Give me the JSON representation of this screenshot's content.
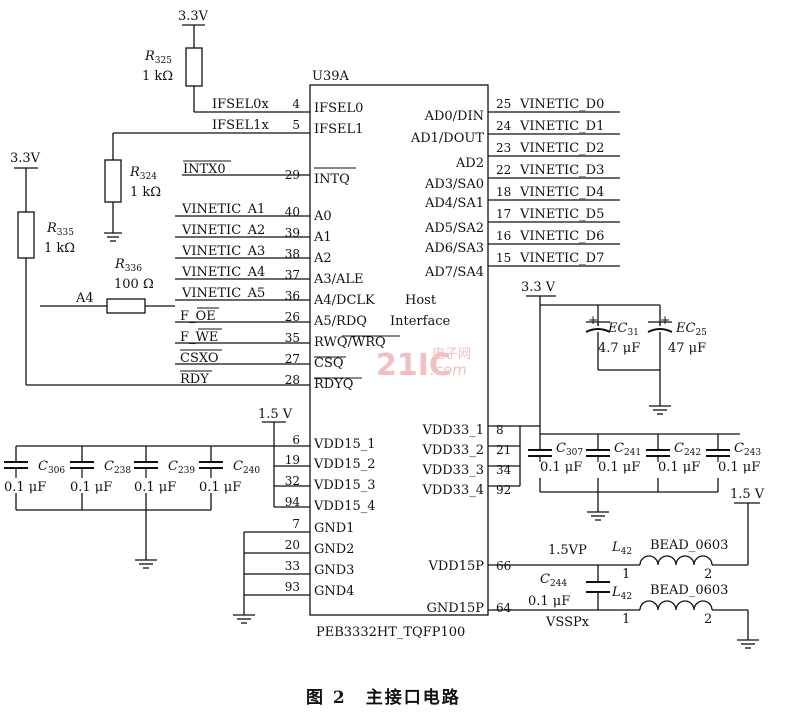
{
  "ic": {
    "ref": "U39A",
    "part": "PEB3332HT_TQFP100",
    "func_line1": "Host",
    "func_line2": "Interface",
    "left_pins": [
      {
        "name": "IFSEL0",
        "num": "4"
      },
      {
        "name": "IFSEL1",
        "num": "5"
      },
      {
        "name": "INTQ",
        "num": "29"
      },
      {
        "name": "A0",
        "num": "40"
      },
      {
        "name": "A1",
        "num": "39"
      },
      {
        "name": "A2",
        "num": "38"
      },
      {
        "name": "A3/ALE",
        "num": "37"
      },
      {
        "name": "A4/DCLK",
        "num": "36"
      },
      {
        "name": "A5/RDQ",
        "num": "26"
      },
      {
        "name": "RWQ/WRQ",
        "num": "35"
      },
      {
        "name": "CSQ",
        "num": "27"
      },
      {
        "name": "RDYQ",
        "num": "28"
      },
      {
        "name": "VDD15_1",
        "num": "6"
      },
      {
        "name": "VDD15_2",
        "num": "19"
      },
      {
        "name": "VDD15_3",
        "num": "32"
      },
      {
        "name": "VDD15_4",
        "num": "94"
      },
      {
        "name": "GND1",
        "num": "7"
      },
      {
        "name": "GND2",
        "num": "20"
      },
      {
        "name": "GND3",
        "num": "33"
      },
      {
        "name": "GND4",
        "num": "93"
      }
    ],
    "right_pins": [
      {
        "name": "AD0/DIN",
        "num": "25",
        "net": "VINETIC_D0"
      },
      {
        "name": "AD1/DOUT",
        "num": "24",
        "net": "VINETIC_D1"
      },
      {
        "name": "AD2",
        "num": "23",
        "net": "VINETIC_D2"
      },
      {
        "name": "AD3/SA0",
        "num": "22",
        "net": "VINETIC_D3"
      },
      {
        "name": "AD4/SA1",
        "num": "18",
        "net": "VINETIC_D4"
      },
      {
        "name": "AD5/SA2",
        "num": "17",
        "net": "VINETIC_D5"
      },
      {
        "name": "AD6/SA3",
        "num": "16",
        "net": "VINETIC_D6"
      },
      {
        "name": "AD7/SA4",
        "num": "15",
        "net": "VINETIC_D7"
      },
      {
        "name": "VDD33_1",
        "num": "8"
      },
      {
        "name": "VDD33_2",
        "num": "21"
      },
      {
        "name": "VDD33_3",
        "num": "34"
      },
      {
        "name": "VDD33_4",
        "num": "92"
      },
      {
        "name": "VDD15P",
        "num": "66"
      },
      {
        "name": "GND15P",
        "num": "64"
      }
    ]
  },
  "nets": {
    "ifsel0x": "IFSEL0x",
    "ifsel1x": "IFSEL1x",
    "intx0": "INTX0",
    "a_bus": [
      "VINETIC_A1",
      "VINETIC_A2",
      "VINETIC_A3",
      "VINETIC_A4",
      "VINETIC_A5"
    ],
    "f_oe_prefix": "F_",
    "f_oe_bar": "OE",
    "f_we_prefix": "F_",
    "f_we_bar": "WE",
    "csxo": "CSXO",
    "rdy": "RDY",
    "a4": "A4",
    "vdd15p_net": "1.5VP",
    "vssp_net": "VSSPx"
  },
  "supplies": {
    "v33": "3.3V",
    "v33_b": "3.3 V",
    "v15": "1.5 V"
  },
  "resistors": [
    {
      "ref_main": "R",
      "ref_sub": "325",
      "value": "1 kΩ"
    },
    {
      "ref_main": "R",
      "ref_sub": "324",
      "value": "1 kΩ"
    },
    {
      "ref_main": "R",
      "ref_sub": "335",
      "value": "1 kΩ"
    },
    {
      "ref_main": "R",
      "ref_sub": "336",
      "value": "100 Ω"
    }
  ],
  "caps_15": [
    {
      "ref_main": "C",
      "ref_sub": "306",
      "value": "0.1 μF"
    },
    {
      "ref_main": "C",
      "ref_sub": "238",
      "value": "0.1 μF"
    },
    {
      "ref_main": "C",
      "ref_sub": "239",
      "value": "0.1 μF"
    },
    {
      "ref_main": "C",
      "ref_sub": "240",
      "value": "0.1 μF"
    }
  ],
  "caps_33": [
    {
      "ref_main": "C",
      "ref_sub": "307",
      "value": "0.1 μF"
    },
    {
      "ref_main": "C",
      "ref_sub": "241",
      "value": "0.1 μF"
    },
    {
      "ref_main": "C",
      "ref_sub": "242",
      "value": "0.1 μF"
    },
    {
      "ref_main": "C",
      "ref_sub": "243",
      "value": "0.1 μF"
    }
  ],
  "electrolytics": [
    {
      "ref_main": "EC",
      "ref_sub": "31",
      "value": "4.7 μF"
    },
    {
      "ref_main": "EC",
      "ref_sub": "25",
      "value": "47 μF"
    }
  ],
  "c244": {
    "ref_main": "C",
    "ref_sub": "244",
    "value": "0.1 μF"
  },
  "beads": [
    {
      "ref_main": "L",
      "ref_sub": "42",
      "type": "BEAD_0603",
      "pin1": "1",
      "pin2": "2"
    },
    {
      "ref_main": "L",
      "ref_sub": "42",
      "type": "BEAD_0603",
      "pin1": "1",
      "pin2": "2"
    }
  ],
  "watermark": {
    "brand": "21IC",
    "cn": "电子网",
    "dom": ".com"
  },
  "caption": "图 2　主接口电路"
}
